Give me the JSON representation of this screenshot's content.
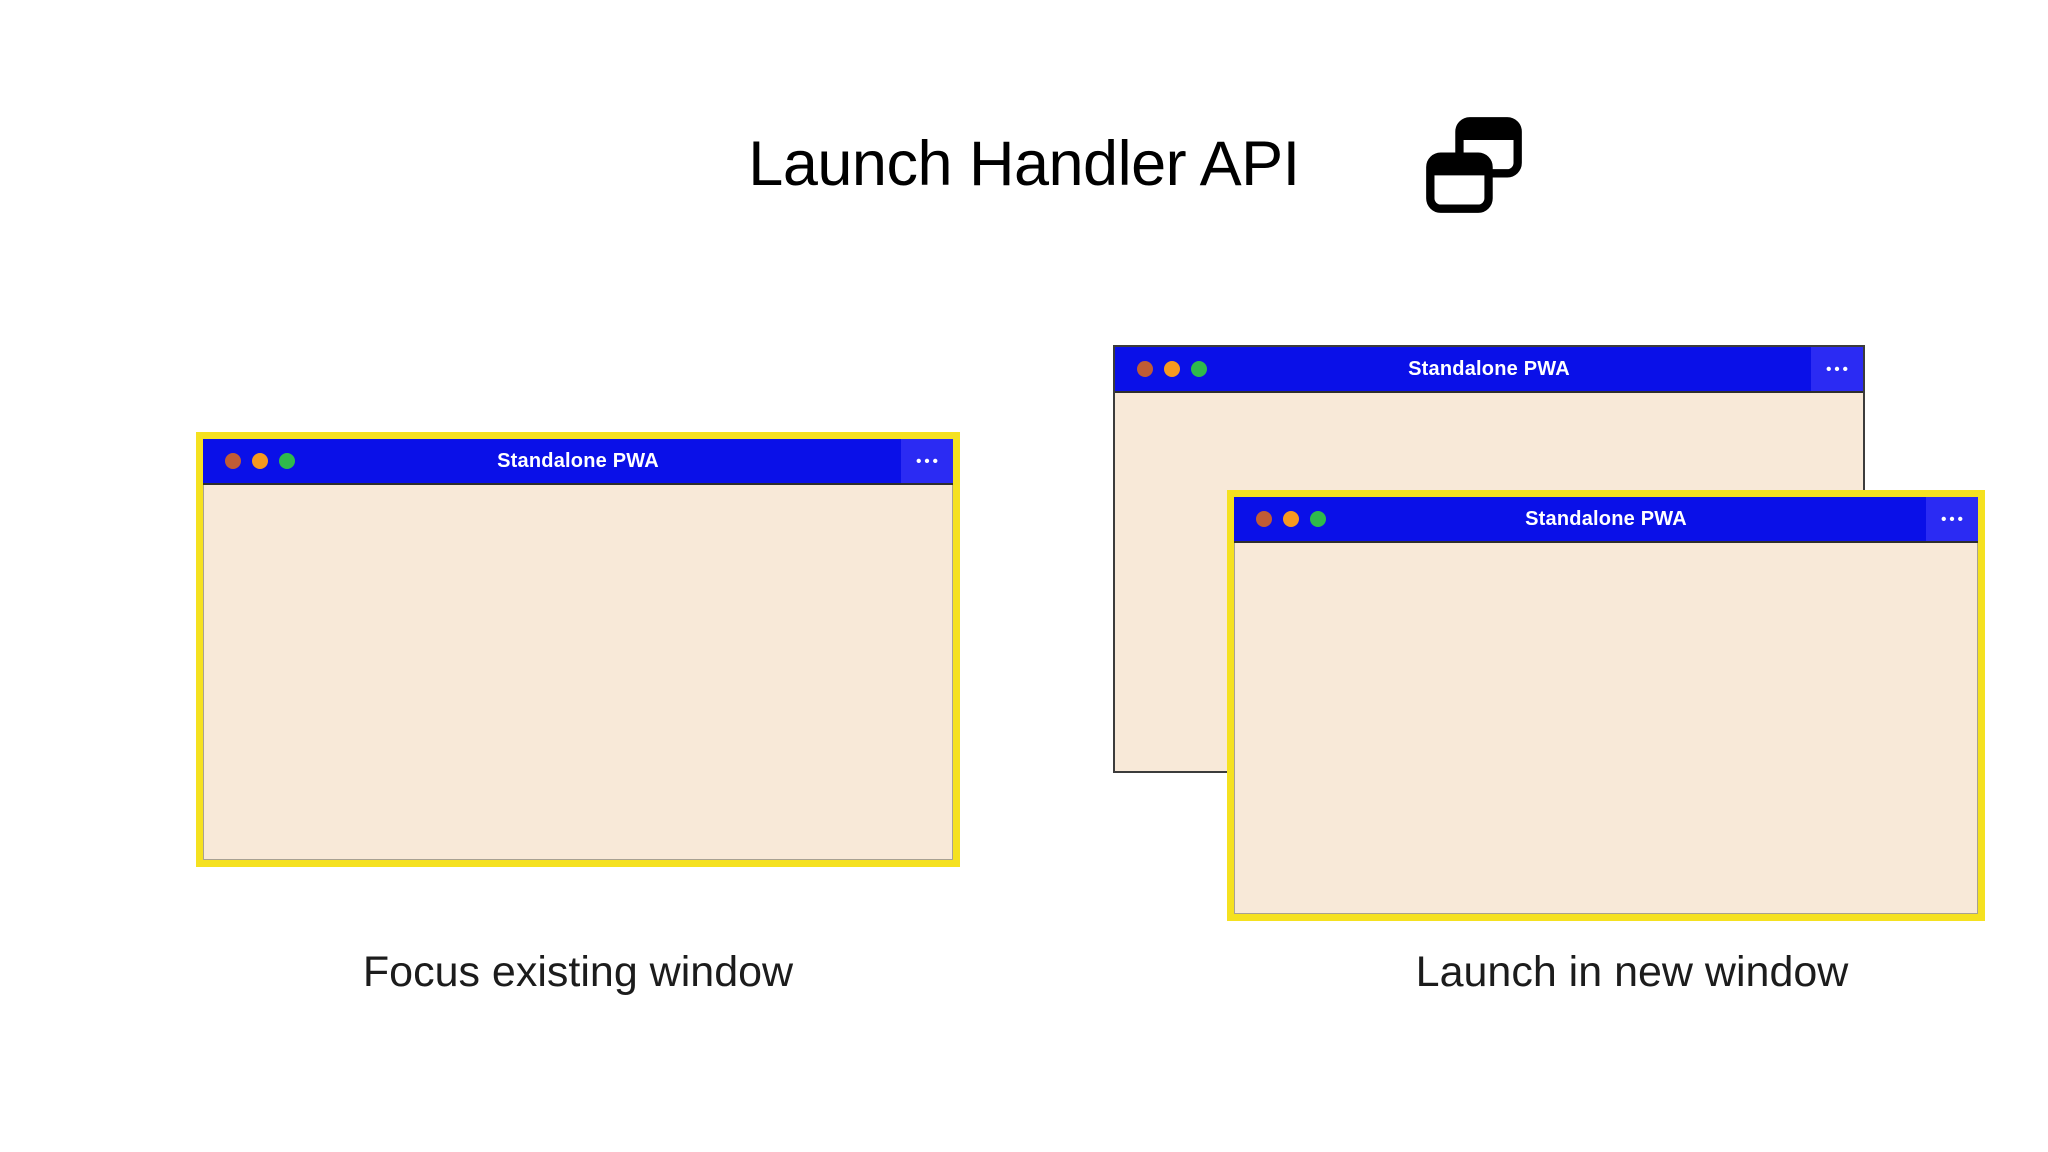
{
  "header": {
    "title": "Launch Handler API",
    "icon": "overlapping-windows"
  },
  "icons": {
    "overflow_menu": "•••"
  },
  "colors": {
    "titlebar_blue": "#0a10e8",
    "menu_box_blue": "#2b2bf3",
    "window_body_cream": "#f8e9d8",
    "highlight_yellow": "#f5e120",
    "back_window_border": "#3c3c3c",
    "traffic_red": "#c05c35",
    "traffic_orange": "#f6991f",
    "traffic_green": "#2fba4b"
  },
  "windows": [
    {
      "id": "focus-existing",
      "title": "Standalone PWA",
      "highlighted": true
    },
    {
      "id": "existing-background",
      "title": "Standalone PWA",
      "highlighted": false
    },
    {
      "id": "new-window",
      "title": "Standalone PWA",
      "highlighted": true
    }
  ],
  "captions": {
    "left": "Focus existing window",
    "right": "Launch in new window"
  }
}
